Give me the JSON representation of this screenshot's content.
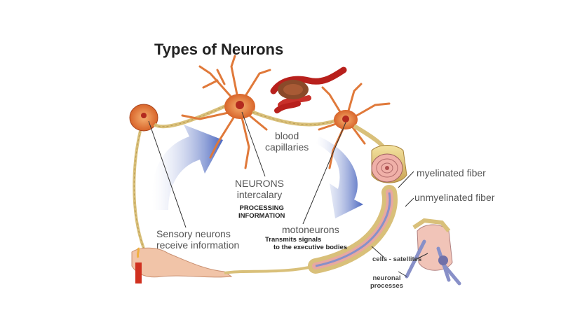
{
  "title": "Types of Neurons",
  "labels": {
    "blood_capillaries_1": "blood",
    "blood_capillaries_2": "capillaries",
    "neurons_intercalary_1": "NEURONS",
    "neurons_intercalary_2": "intercalary",
    "processing_1": "PROCESSING",
    "processing_2": "INFORMATION",
    "sensory_1": "Sensory neurons",
    "sensory_2": "receive information",
    "motoneurons": "motoneurons",
    "transmits_1": "Transmits signals",
    "transmits_2": "to the executive bodies",
    "myelinated": "myelinated fiber",
    "unmyelinated": "unmyelinated fiber",
    "satellites": "cells - satellites",
    "processes_1": "neuronal",
    "processes_2": "processes"
  },
  "colors": {
    "neuron_body": "#e87a3a",
    "neuron_nucleus": "#b32a1f",
    "axon_myelin": "#d9c07a",
    "arrow_blue": "#5a76c4",
    "capillary_red": "#b8201c"
  }
}
